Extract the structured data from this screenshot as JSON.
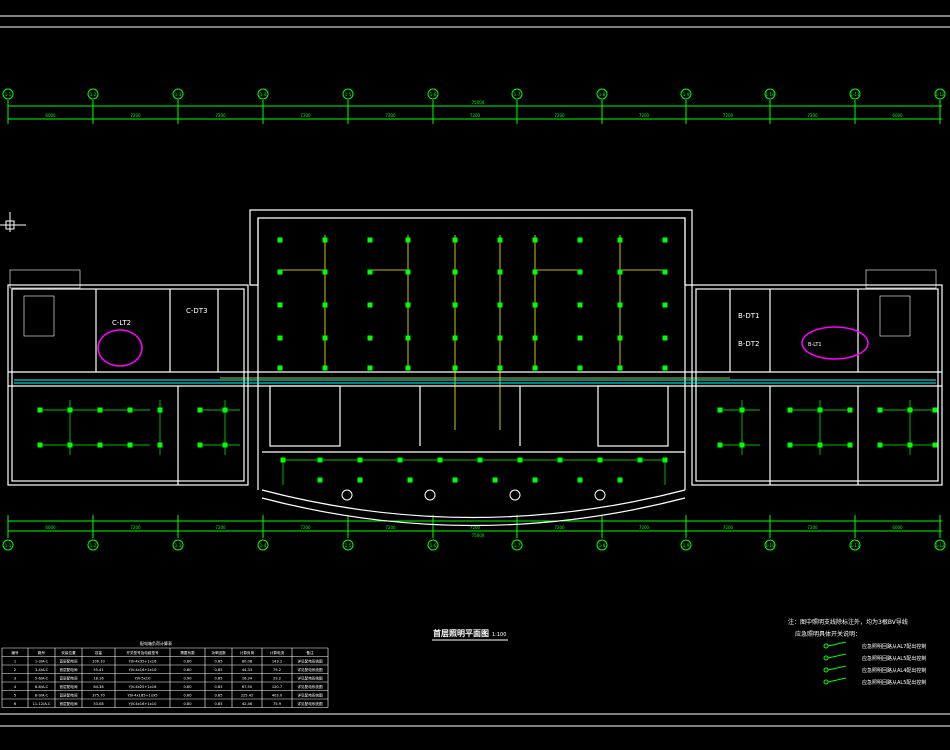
{
  "drawing": {
    "title": "首层照明平面图",
    "scale": "1:100",
    "colors": {
      "background": "#000000",
      "wall": "#ffffff",
      "grid": "#ffffff",
      "dimension": "#00ff00",
      "lighting": "#00ff00",
      "wiring": "#ffff00",
      "cable": "#00ffff",
      "highlight": "#ff00ff"
    },
    "axis_labels_top": [
      "1-1",
      "1-2",
      "1-3",
      "1-4",
      "1-5",
      "1-6",
      "1-7",
      "1-8",
      "1-9",
      "1-10",
      "1-11",
      "1-12"
    ],
    "axis_labels_bottom": [
      "1-1",
      "1-2",
      "1-3",
      "1-4",
      "1-5",
      "1-6",
      "1-7",
      "1-8",
      "1-9",
      "1-10",
      "1-11",
      "1-12"
    ],
    "total_dimension_top": "75000",
    "total_dimension_bottom": "75000",
    "span_dimensions": [
      "6000",
      "7200",
      "7200",
      "7200",
      "7200",
      "7200",
      "7200",
      "7200",
      "7200",
      "7200",
      "6000"
    ],
    "room_labels": [
      "C-LT2",
      "C-DT3",
      "B-DT1",
      "B-DT2",
      "B-LT1"
    ],
    "notes_heading": "注：图中照明支线除标注外，均为3根BV导线",
    "legend_heading": "应急照明具体开关说明：",
    "legend_items": [
      "应急照明回路从AL7配出控制",
      "应急照明回路从AL5配出控制",
      "应急照明回路从AL4配出控制",
      "应急照明回路从AL5配出控制"
    ],
    "table": {
      "caption": "配电箱负荷计算表",
      "headers": [
        "编号",
        "箱号",
        "安装位置",
        "容量",
        "开关型号及电缆型号",
        "需要系数",
        "功率因数",
        "计算负荷",
        "计算电流",
        "备注"
      ],
      "rows": [
        [
          "1",
          "1-3/A-C",
          "首层配电间",
          "100.10",
          "YJV-4x35+1x16",
          "0.80",
          "0.85",
          "80.08",
          "143.2",
          "详见配电系统图"
        ],
        [
          "2",
          "3-4/A-C",
          "首层配电间",
          "55.41",
          "YJV-4x16+1x10",
          "0.80",
          "0.85",
          "44.33",
          "79.2",
          "详见配电系统图"
        ],
        [
          "3",
          "5-6/A-C",
          "首层配电间",
          "18.16",
          "YJV-5x10",
          "0.90",
          "0.85",
          "16.34",
          "29.2",
          "详见配电系统图"
        ],
        [
          "4",
          "6-8/A-C",
          "首层配电间",
          "84.38",
          "YJV-4x25+1x16",
          "0.80",
          "0.85",
          "67.50",
          "120.7",
          "详见配电系统图"
        ],
        [
          "5",
          "8-9/A-C",
          "首层配电间",
          "375.70",
          "YJV-4x185+1x95",
          "0.60",
          "0.85",
          "225.42",
          "403.0",
          "详见配电系统图"
        ],
        [
          "6",
          "11-12/A-C",
          "首层配电间",
          "53.08",
          "YJV-4x16+1x10",
          "0.80",
          "0.85",
          "42.46",
          "75.9",
          "详见配电系统图"
        ]
      ]
    }
  }
}
